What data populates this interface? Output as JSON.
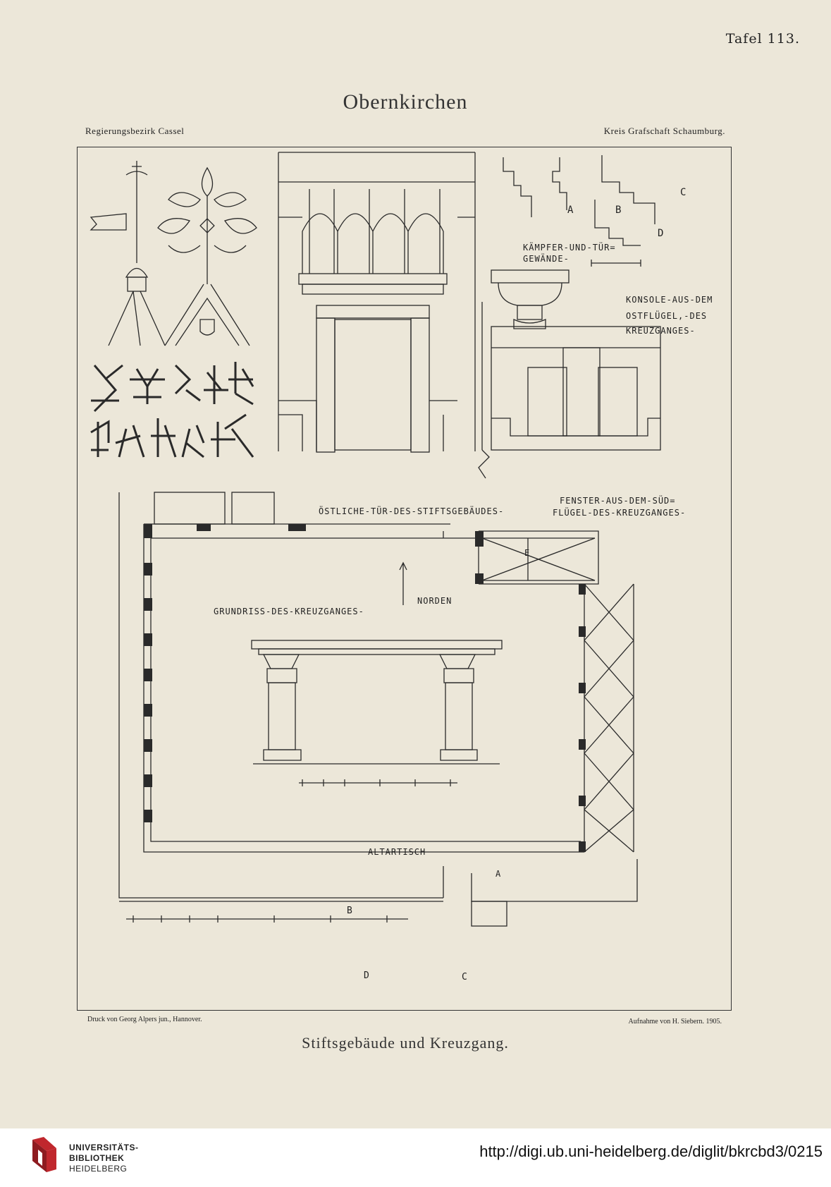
{
  "page": {
    "plate": "Tafel 113.",
    "title": "Obernkirchen",
    "region_left": "Regierungsbezirk Cassel",
    "region_right": "Kreis Grafschaft Schaumburg.",
    "printer": "Druck von Georg Alpers jun., Hannover.",
    "surveyor": "Aufnahme von H. Siebern. 1905.",
    "subtitle": "Stiftsgebäude und Kreuzgang."
  },
  "drawing_labels": {
    "kaempfer": "KÄMPFER-UND-TÜR=",
    "gewaende": "GEWÄNDE-",
    "a": "A",
    "b": "B",
    "c": "C",
    "d": "D",
    "konsole1": "KONSOLE-AUS-DEM",
    "konsole2": "OSTFLÜGEL,-DES",
    "konsole3": "KREUZGANGES-",
    "tuer": "ÖSTLICHE-TÜR-DES-STIFTSGEBÄUDES-",
    "fenster1": "FENSTER-AUS-DEM-SÜD=",
    "fenster2": "FLÜGEL-DES-KREUZGANGES-",
    "grundriss": "GRUNDRISS-DES-KREUZGANGES-",
    "norden": "NORDEN",
    "altartisch": "ALTARTISCH",
    "e": "E",
    "plan_a": "A",
    "plan_b": "B",
    "plan_c": "C",
    "plan_d": "D"
  },
  "footer": {
    "library_line1": "UNIVERSITÄTS-",
    "library_line2": "BIBLIOTHEK",
    "library_line3": "HEIDELBERG",
    "url": "http://digi.ub.uni-heidelberg.de/diglit/bkrcbd3/0215"
  },
  "colors": {
    "paper": "#ece7d9",
    "ink": "#222222",
    "logo_red": "#c0272d"
  }
}
